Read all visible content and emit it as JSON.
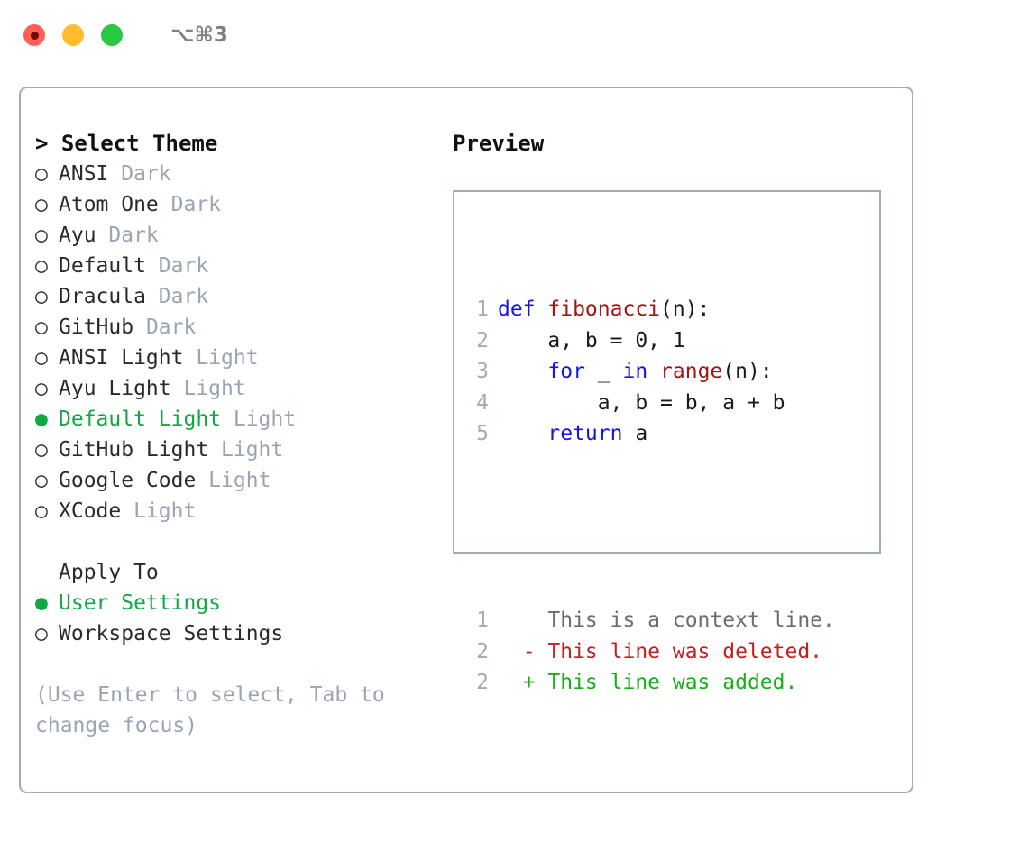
{
  "window": {
    "shortcut": "⌥⌘3",
    "traffic_lights": [
      {
        "name": "close",
        "color": "#ff5f57"
      },
      {
        "name": "minimize",
        "color": "#ffbd2e"
      },
      {
        "name": "maximize",
        "color": "#28c840"
      }
    ]
  },
  "colors": {
    "panel_border": "#9facbb",
    "selected_green": "#11a843",
    "muted": "#9aa4b2",
    "keyword_blue": "#1414e6",
    "function_red": "#a31515",
    "diff_added": "#16b016",
    "diff_deleted": "#c52020"
  },
  "left": {
    "heading": "> Select Theme",
    "bullet_selected": "●",
    "bullet_unselected": "○",
    "themes": [
      {
        "name": "ANSI",
        "variant": "Dark",
        "selected": false
      },
      {
        "name": "Atom One",
        "variant": "Dark",
        "selected": false
      },
      {
        "name": "Ayu",
        "variant": "Dark",
        "selected": false
      },
      {
        "name": "Default",
        "variant": "Dark",
        "selected": false
      },
      {
        "name": "Dracula",
        "variant": "Dark",
        "selected": false
      },
      {
        "name": "GitHub",
        "variant": "Dark",
        "selected": false
      },
      {
        "name": "ANSI Light",
        "variant": "Light",
        "selected": false
      },
      {
        "name": "Ayu Light",
        "variant": "Light",
        "selected": false
      },
      {
        "name": "Default Light",
        "variant": "Light",
        "selected": true
      },
      {
        "name": "GitHub Light",
        "variant": "Light",
        "selected": false
      },
      {
        "name": "Google Code",
        "variant": "Light",
        "selected": false
      },
      {
        "name": "XCode",
        "variant": "Light",
        "selected": false
      }
    ],
    "apply_to": {
      "label": "Apply To",
      "options": [
        {
          "name": "User Settings",
          "selected": true
        },
        {
          "name": "Workspace Settings",
          "selected": false
        }
      ]
    },
    "hint": "(Use Enter to select, Tab to change focus)"
  },
  "right": {
    "title": "Preview",
    "code_lines": [
      {
        "num": "1",
        "tokens": [
          {
            "t": "def ",
            "c": "kw"
          },
          {
            "t": "fibonacci",
            "c": "fn"
          },
          {
            "t": "(n):",
            "c": "pl"
          }
        ]
      },
      {
        "num": "2",
        "tokens": [
          {
            "t": "    a, b = 0, 1",
            "c": "pl"
          }
        ]
      },
      {
        "num": "3",
        "tokens": [
          {
            "t": "    ",
            "c": "pl"
          },
          {
            "t": "for",
            "c": "kw"
          },
          {
            "t": " _ ",
            "c": "pl"
          },
          {
            "t": "in",
            "c": "kw"
          },
          {
            "t": " ",
            "c": "pl"
          },
          {
            "t": "range",
            "c": "fn"
          },
          {
            "t": "(n):",
            "c": "pl"
          }
        ]
      },
      {
        "num": "4",
        "tokens": [
          {
            "t": "        a, b = b, a + b",
            "c": "pl"
          }
        ]
      },
      {
        "num": "5",
        "tokens": [
          {
            "t": "    ",
            "c": "pl"
          },
          {
            "t": "return",
            "c": "kw"
          },
          {
            "t": " a",
            "c": "pl"
          }
        ]
      }
    ],
    "diff_lines": [
      {
        "num": "1",
        "marker": " ",
        "text": "This is a context line.",
        "kind": "ctx"
      },
      {
        "num": "2",
        "marker": "-",
        "text": "This line was deleted.",
        "kind": "del"
      },
      {
        "num": "2",
        "marker": "+",
        "text": "This line was added.",
        "kind": "add"
      }
    ]
  }
}
